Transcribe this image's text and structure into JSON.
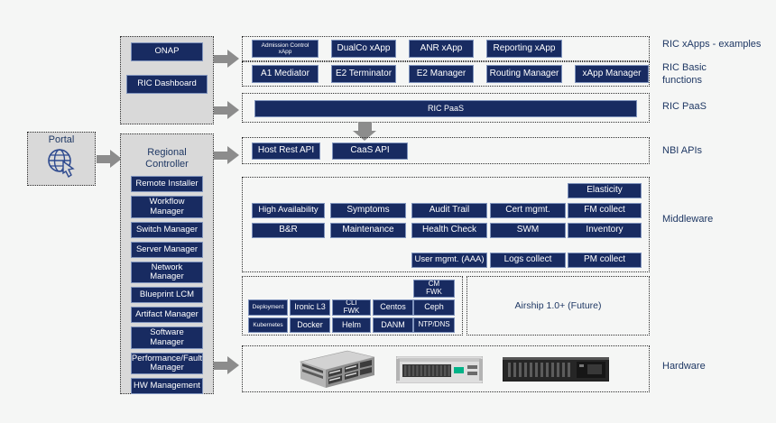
{
  "colors": {
    "button_navy": "#182B61",
    "label_navy": "#1F3864",
    "panel_gray": "#D9D9D9",
    "arrow_gray": "#8C8C8C",
    "background": "#F5F6F5",
    "hpe_green": "#00B388"
  },
  "portal": {
    "label": "Portal",
    "icon": "globe-cursor-icon"
  },
  "onap_panel": {
    "items": [
      "ONAP",
      "RIC Dashboard"
    ]
  },
  "regional_panel": {
    "title": "Regional Controller",
    "items": [
      "Remote Installer",
      "Workflow Manager",
      "Switch Manager",
      "Server Manager",
      "Network Manager",
      "Blueprint LCM",
      "Artifact Manager",
      "Software Manager",
      "Performance/Fault Manager",
      "HW Management"
    ]
  },
  "xapps_row": {
    "section_label": "RIC xApps - examples",
    "items": [
      "Admission Control xApp",
      "DualCo xApp",
      "ANR xApp",
      "Reporting xApp"
    ]
  },
  "basic_row": {
    "section_label": "RIC Basic functions",
    "items": [
      "A1 Mediator",
      "E2 Terminator",
      "E2 Manager",
      "Routing Manager",
      "xApp Manager"
    ]
  },
  "paas": {
    "section_label": "RIC PaaS",
    "bar_label": "RIC PaaS"
  },
  "nbi": {
    "section_label": "NBI APIs",
    "items": [
      "Host Rest API",
      "CaaS API"
    ]
  },
  "middleware": {
    "section_label": "Middleware",
    "row0": [
      "Elasticity"
    ],
    "row1": [
      "High Availability",
      "Symptoms",
      "Audit Trail",
      "Cert mgmt.",
      "FM collect"
    ],
    "row2": [
      "B&R",
      "Maintenance",
      "Health Check",
      "SWM",
      "Inventory"
    ],
    "row3": [
      "User mgmt. (AAA)",
      "Logs collect",
      "PM collect"
    ]
  },
  "stack": {
    "cm_fwk": "CM FWK",
    "row_deploy": [
      "Deployment",
      "Ironic L3",
      "CLI FWK",
      "Centos",
      "Ceph"
    ],
    "row_k8s": [
      "Kubernetes",
      "Docker",
      "Helm",
      "DANM",
      "NTP/DNS"
    ]
  },
  "airship": {
    "label": "Airship 1.0+ (Future)"
  },
  "hardware": {
    "section_label": "Hardware",
    "images": [
      "blade-chassis-server",
      "hpe-rack-server",
      "dark-rack-server"
    ]
  }
}
